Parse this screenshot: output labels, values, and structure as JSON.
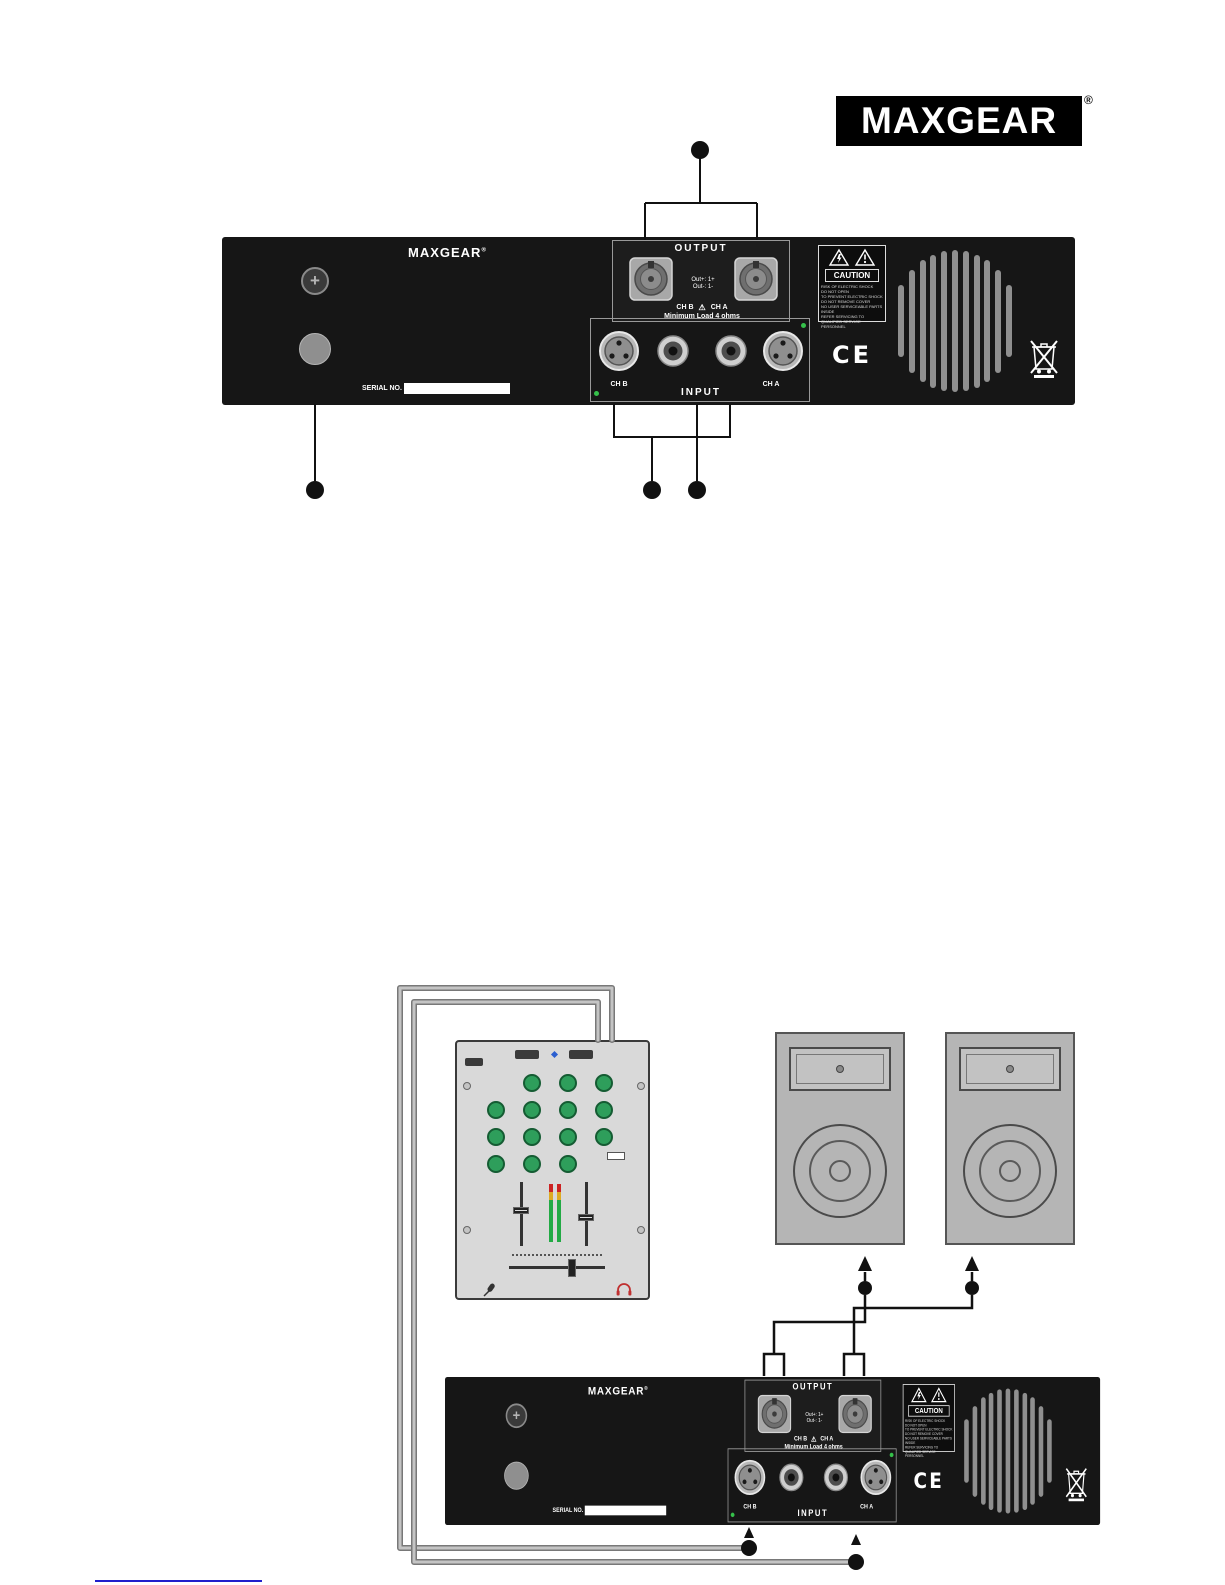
{
  "page": {
    "logo_text": "MAXGEAR",
    "registered_mark": "®"
  },
  "icons": {
    "warning_triangle": "⚠",
    "screw_cross": "+"
  },
  "amp_panel": {
    "brand": "MAXGEAR",
    "brand_reg": "®",
    "serial_label": "SERIAL NO.",
    "output_section": {
      "title": "OUTPUT",
      "pin_line1": "Out+: 1+",
      "pin_line2": "Out-: 1-",
      "channel_b": "CH B",
      "channel_a": "CH A",
      "min_load": "Minimum Load 4 ohms"
    },
    "input_section": {
      "title": "INPUT",
      "channel_b": "CH B",
      "channel_a": "CH A"
    },
    "caution_label": {
      "title": "CAUTION",
      "line1": "RISK OF ELECTRIC SHOCK",
      "line2": "DO NOT OPEN",
      "line3": "TO PREVENT ELECTRIC SHOCK DO NOT REMOVE COVER",
      "line4": "NO USER SERVICEABLE PARTS INSIDE",
      "line5": "REFER SERVICING TO QUALIFIED SERVICE PERSONNEL"
    },
    "ce_mark": "CE"
  },
  "colors": {
    "panel_black": "#161616",
    "knob_green": "#2e9e5b",
    "cable_gray": "#9a9a9a",
    "speaker_gray": "#b5b5b5",
    "mixer_gray": "#d9d9d9",
    "link_blue": "#2020cc"
  }
}
